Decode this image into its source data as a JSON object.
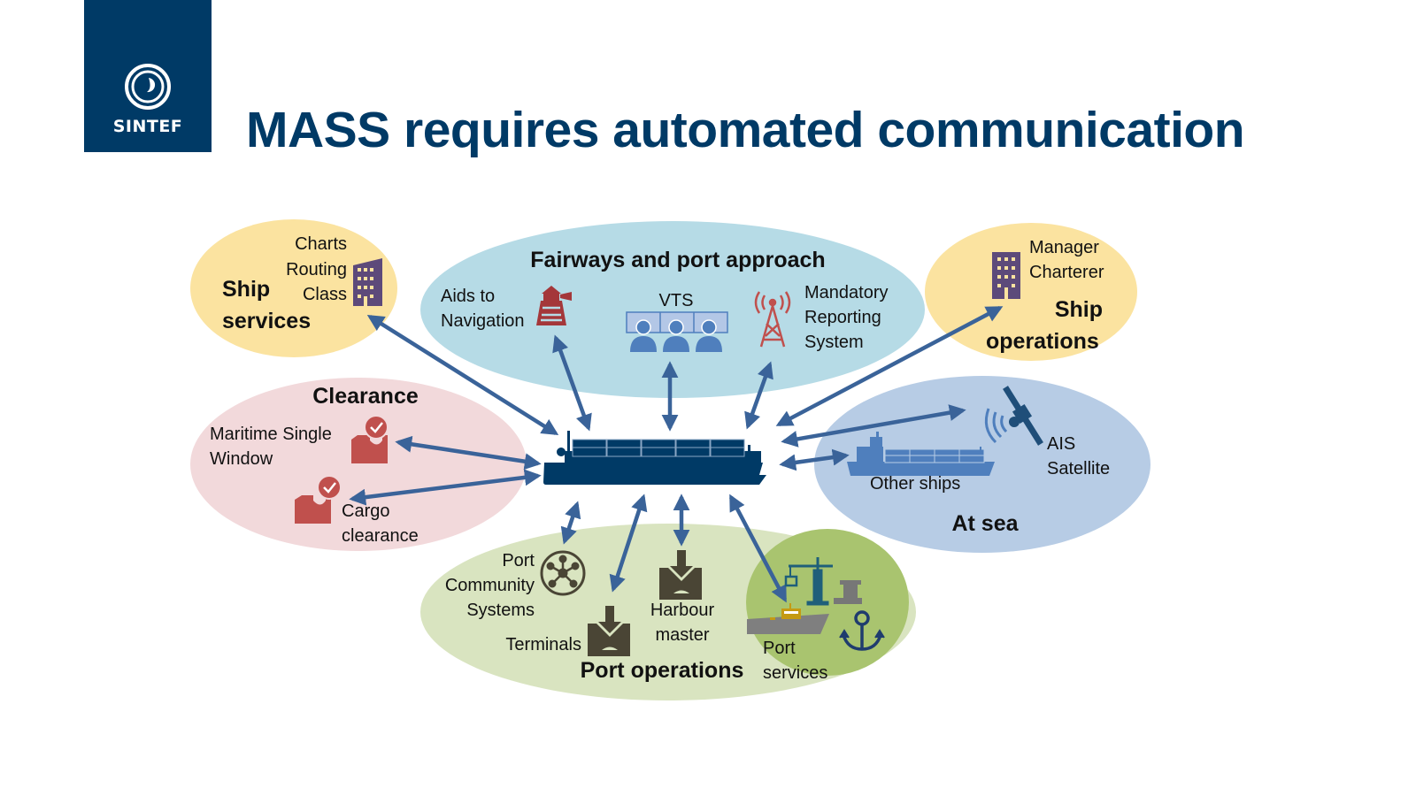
{
  "logo": {
    "text": "SINTEF",
    "bg_color": "#003a66"
  },
  "title": "MASS requires automated communication",
  "colors": {
    "title": "#003a66",
    "arrow": "#3a6399",
    "ship_main": "#003a66",
    "ship_services_bg": "#fbe3a0",
    "fairways_bg": "#b6dbe6",
    "clearance_bg": "#f2d9db",
    "at_sea_bg": "#b7cce5",
    "port_ops_bg": "#d9e4c0",
    "port_services_bg": "#a9c46f",
    "building_icon": "#5d4a7a",
    "red_icon": "#c0504d",
    "blue_icon": "#4f7fbd",
    "dark_brown_icon": "#4a4535"
  },
  "groups": {
    "ship_services": {
      "heading_line1": "Ship",
      "heading_line2": "services",
      "items": [
        "Charts",
        "Routing",
        "Class"
      ]
    },
    "fairways": {
      "heading": "Fairways and port approach",
      "aids_line1": "Aids to",
      "aids_line2": "Navigation",
      "vts": "VTS",
      "mrs_line1": "Mandatory",
      "mrs_line2": "Reporting",
      "mrs_line3": "System"
    },
    "ship_operations": {
      "heading_line1": "Ship",
      "heading_line2": "operations",
      "items": [
        "Manager",
        "Charterer"
      ]
    },
    "clearance": {
      "heading": "Clearance",
      "msw_line1": "Maritime Single",
      "msw_line2": "Window",
      "cargo_line1": "Cargo",
      "cargo_line2": "clearance"
    },
    "at_sea": {
      "heading": "At sea",
      "other_ships": "Other ships",
      "ais_line1": "AIS",
      "ais_line2": "Satellite"
    },
    "port_operations": {
      "heading": "Port operations",
      "pcs_line1": "Port",
      "pcs_line2": "Community",
      "pcs_line3": "Systems",
      "terminals": "Terminals",
      "harbour_line1": "Harbour",
      "harbour_line2": "master",
      "port_services_line1": "Port",
      "port_services_line2": "services"
    }
  }
}
